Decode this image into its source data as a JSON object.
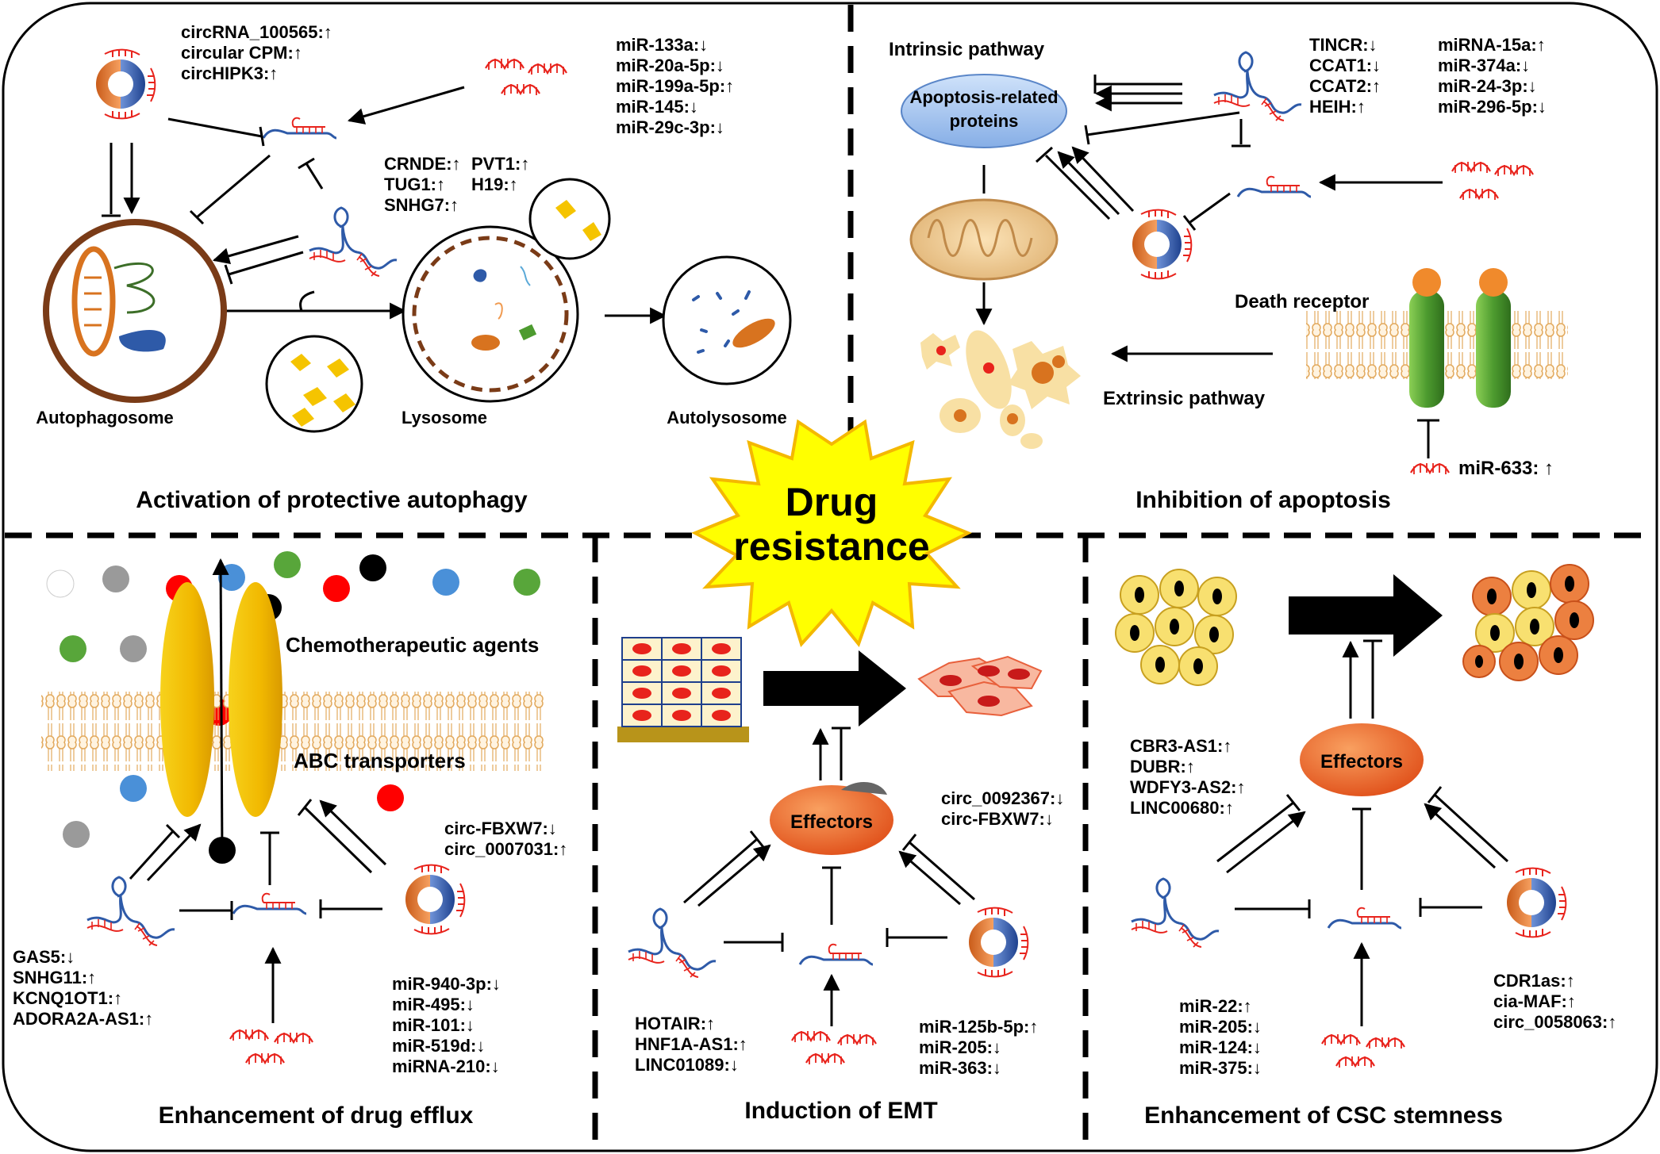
{
  "center": {
    "line1": "Drug",
    "line2": "resistance"
  },
  "autophagy": {
    "title": "Activation of protective autophagy",
    "circ_list": [
      "circRNA_100565:↑",
      "circular CPM:↑",
      "circHIPK3:↑"
    ],
    "mir_list": [
      "miR-133a:↓",
      "miR-20a-5p:↓",
      "miR-199a-5p:↑",
      "miR-145:↓",
      "miR-29c-3p:↓"
    ],
    "lnc_col1": [
      "CRNDE:↑",
      "TUG1:↑",
      "SNHG7:↑"
    ],
    "lnc_col2": [
      "PVT1:↑",
      "H19:↑"
    ],
    "stage1": "Autophagosome",
    "stage2": "Lysosome",
    "stage3": "Autolysosome"
  },
  "apoptosis": {
    "title": "Inhibition of apoptosis",
    "intrinsic": "Intrinsic pathway",
    "proteins_line1": "Apoptosis-related",
    "proteins_line2": "proteins",
    "lnc_list": [
      "TINCR:↓",
      "CCAT1:↓",
      "CCAT2:↑",
      "HEIH:↑"
    ],
    "mir_list": [
      "miRNA-15a:↑",
      "miR-374a:↓",
      "miR-24-3p:↓",
      "miR-296-5p:↓"
    ],
    "death_receptor": "Death receptor",
    "extrinsic": "Extrinsic pathway",
    "mir633": "miR-633: ↑"
  },
  "efflux": {
    "title": "Enhancement of drug efflux",
    "chemo": "Chemotherapeutic agents",
    "abc": "ABC transporters",
    "circ_list": [
      "circ-FBXW7:↓",
      "circ_0007031:↑"
    ],
    "lnc_list": [
      "GAS5:↓",
      "SNHG11:↑",
      "KCNQ1OT1:↑",
      "ADORA2A-AS1:↑"
    ],
    "mir_list": [
      "miR-940-3p:↓",
      "miR-495:↓",
      "miR-101:↓",
      "miR-519d:↓",
      "miRNA-210:↓"
    ]
  },
  "emt": {
    "title": "Induction of EMT",
    "effectors": "Effectors",
    "circ_list": [
      "circ_0092367:↓",
      "circ-FBXW7:↓"
    ],
    "lnc_list": [
      "HOTAIR:↑",
      "HNF1A-AS1:↑",
      "LINC01089:↓"
    ],
    "mir_list": [
      "miR-125b-5p:↑",
      "miR-205:↓",
      "miR-363:↓"
    ]
  },
  "csc": {
    "title": "Enhancement of CSC stemness",
    "effectors": "Effectors",
    "lnc_list": [
      "CBR3-AS1:↑",
      "DUBR:↑",
      "WDFY3-AS2:↑",
      "LINC00680:↑"
    ],
    "mir_list": [
      "miR-22:↑",
      "miR-205:↓",
      "miR-124:↓",
      "miR-375:↓"
    ],
    "circ_list": [
      "CDR1as:↑",
      "cia-MAF:↑",
      "circ_0058063:↑"
    ]
  },
  "colors": {
    "burst_fill": "#ffff00",
    "burst_stroke": "#f4b800",
    "rna_red": "#e8231c",
    "rna_blue": "#2e5aa8",
    "transporter": "#f5c400",
    "receptor": "#4a9a2e",
    "effector": "#e8601c",
    "protein_box": "#a9c8ee"
  }
}
